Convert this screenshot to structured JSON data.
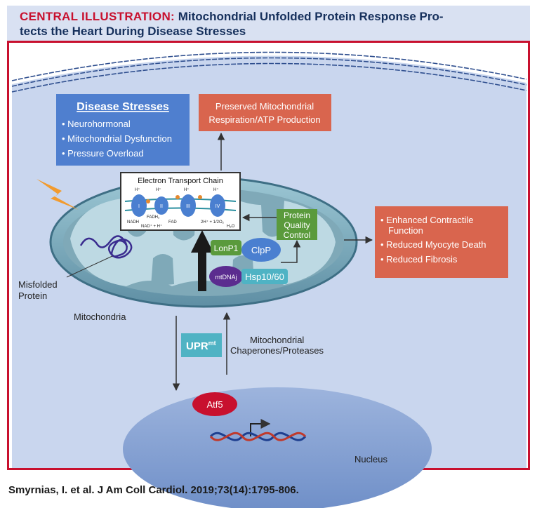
{
  "header": {
    "label": "CENTRAL ILLUSTRATION:",
    "title_line1": "Mitochondrial Unfolded Protein Response Pro-",
    "title_line2": "tects the Heart During Disease Stresses"
  },
  "disease_box": {
    "heading": "Disease Stresses",
    "items": [
      "Neurohormonal",
      "Mitochondrial Dysfunction",
      "Pressure Overload"
    ]
  },
  "respiration_box": {
    "line1": "Preserved Mitochondrial",
    "line2": "Respiration/ATP Production"
  },
  "etc": {
    "title": "Electron Transport Chain",
    "complexes": [
      "I",
      "II",
      "III",
      "IV"
    ],
    "labels": [
      "H⁺",
      "H⁺",
      "H⁺",
      "H⁺",
      "FADH₂",
      "NADH",
      "NAD⁺ + H⁺",
      "FAD",
      "2H⁺ + 1/2O₂",
      "H₂O"
    ]
  },
  "protein_qc": {
    "line1": "Protein",
    "line2": "Quality",
    "line3": "Control"
  },
  "proteins": {
    "lonp1": "LonP1",
    "clpp": "ClpP",
    "mtdnaj": "mtDNAj",
    "hsp": "Hsp10/60"
  },
  "outcomes_box": {
    "items": [
      "Enhanced Contractile",
      "Function",
      "Reduced Myocyte Death",
      "Reduced Fibrosis"
    ]
  },
  "misfolded": {
    "line1": "Misfolded",
    "line2": "Protein"
  },
  "mitochondria_label": "Mitochondria",
  "upr": {
    "main": "UPR",
    "sup": "mt"
  },
  "chaperones": {
    "line1": "Mitochondrial",
    "line2": "Chaperones/Proteases"
  },
  "atf5": "Atf5",
  "nucleus_label": "Nucleus",
  "citation": "Smyrnias, I. et al. J Am Coll Cardiol. 2019;73(14):1795-806.",
  "colors": {
    "accent_red": "#c8102e",
    "title_navy": "#16305c",
    "cell_blue": "#c9d6ee",
    "box_blue": "#4f7fcf",
    "box_salmon": "#d9654e",
    "box_green": "#5a9a3c",
    "box_teal": "#4fb3c4",
    "nucleus_blue": "#8fa8d6"
  }
}
